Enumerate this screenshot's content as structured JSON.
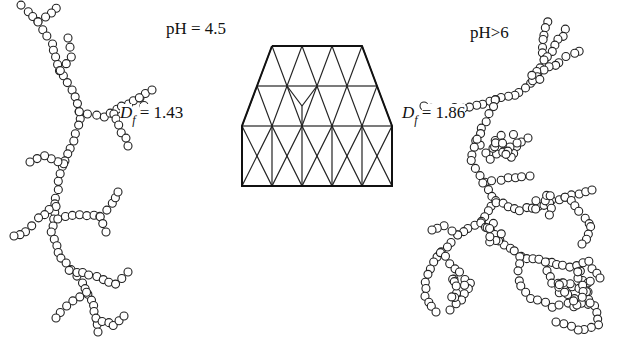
{
  "diagram": {
    "labels": [
      "pH = 4.5",
      "D",
      "f",
      "= 1.43",
      "pH>6",
      "D",
      "f",
      "= 1.86"
    ]
  }
}
